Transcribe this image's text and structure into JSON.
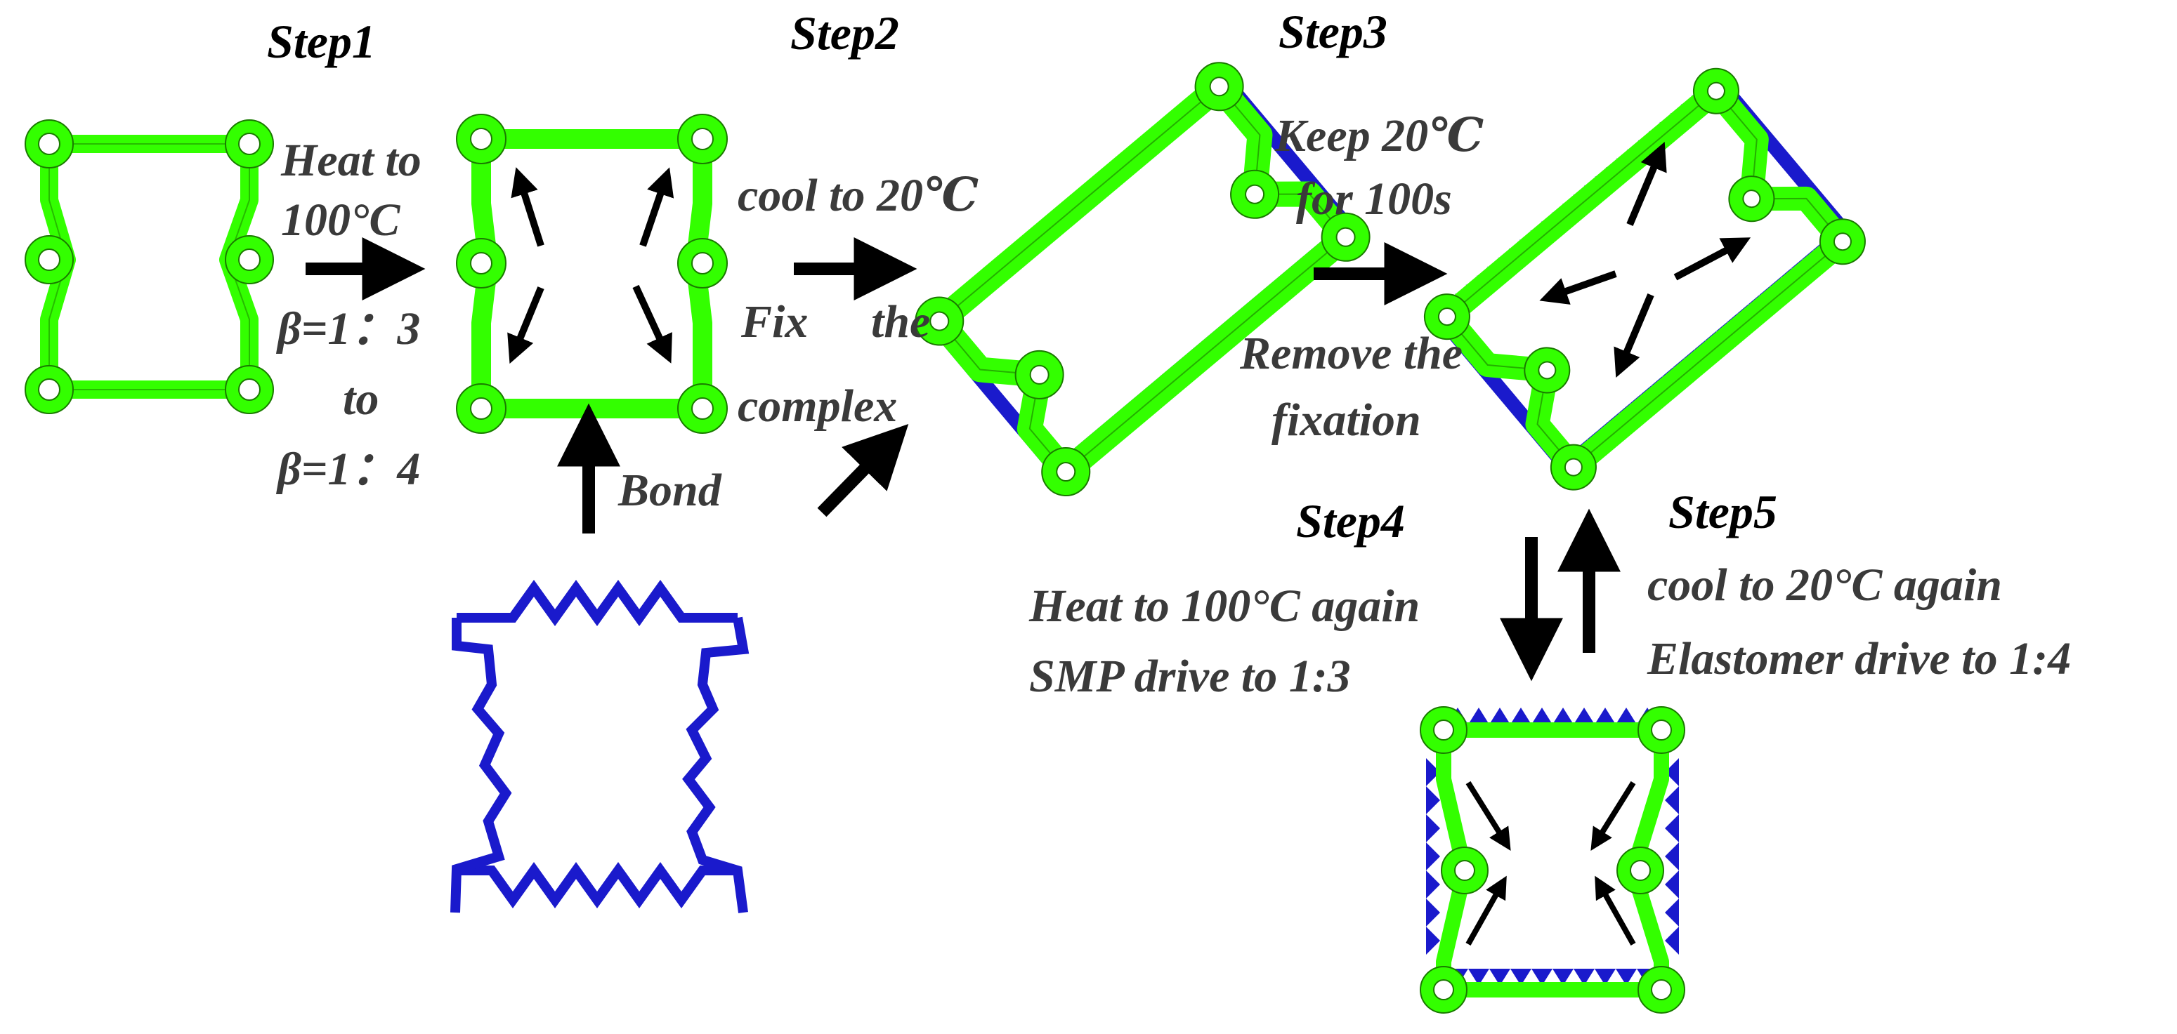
{
  "steps": {
    "step1": "Step1",
    "step2": "Step2",
    "step3": "Step3",
    "step4": "Step4",
    "step5": "Step5"
  },
  "notes": {
    "heat_to": "Heat to",
    "heat_temp": "100°C",
    "beta_start": "β=1：3",
    "beta_to": "to",
    "beta_end": "β=1：4",
    "bond": "Bond",
    "cool_to": "cool to 20℃",
    "fix": "Fix",
    "fix_the": "the",
    "fix_complex": "complex",
    "keep_temp": "Keep 20℃",
    "keep_time": "for 100s",
    "remove_the": "Remove the",
    "remove_fixation": "fixation",
    "step4_line1": "Heat to 100°C again",
    "step4_line2": "SMP drive to 1:3",
    "step5_line1": "cool to 20°C again",
    "step5_line2": "Elastomer drive to 1:4"
  },
  "colors": {
    "smp_frame": "#33ff00",
    "elastomer": "#1a1acc",
    "arrow": "#000000"
  }
}
